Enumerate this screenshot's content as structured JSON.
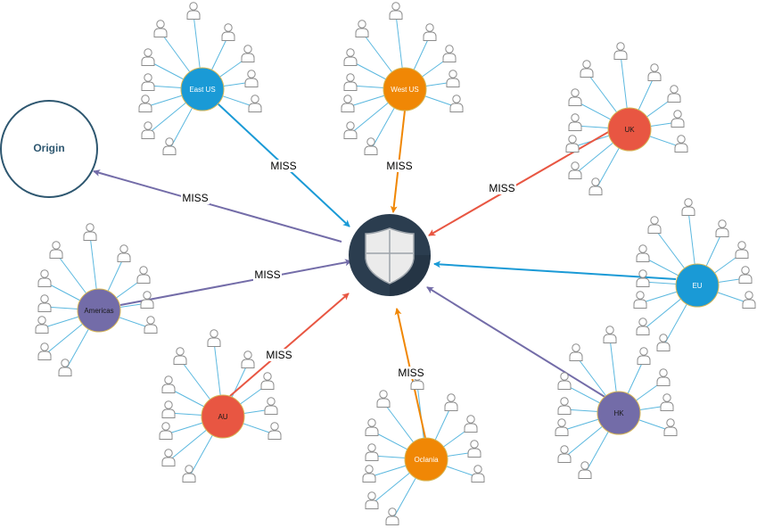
{
  "colors": {
    "blue": "#1a9ad6",
    "orange": "#f08705",
    "red": "#e85642",
    "purple": "#736ca8",
    "spoke": "#5bb8df",
    "user_stroke": "#8c8c8c",
    "cdn_dark": "#2b3d4f",
    "origin": "#2e5770"
  },
  "origin": {
    "label": "Origin"
  },
  "center": {
    "icon": "shield-icon"
  },
  "edge_label": "MISS",
  "regions": [
    {
      "id": "east-us",
      "label": "East US",
      "color": "blue",
      "users": 10
    },
    {
      "id": "west-us",
      "label": "West US",
      "color": "orange",
      "users": 10
    },
    {
      "id": "uk",
      "label": "UK",
      "color": "red",
      "users": 10
    },
    {
      "id": "eu",
      "label": "EU",
      "color": "blue",
      "users": 10
    },
    {
      "id": "hk",
      "label": "HK",
      "color": "purple",
      "users": 10
    },
    {
      "id": "oceania",
      "label": "Oclania",
      "color": "orange",
      "users": 10
    },
    {
      "id": "au",
      "label": "AU",
      "color": "red",
      "users": 10
    },
    {
      "id": "americas",
      "label": "Americas",
      "color": "purple",
      "users": 10
    }
  ],
  "edges": [
    {
      "from": "east-us",
      "color": "blue",
      "label": "MISS"
    },
    {
      "from": "west-us",
      "color": "orange",
      "label": "MISS"
    },
    {
      "from": "uk",
      "color": "red",
      "label": "MISS"
    },
    {
      "from": "eu",
      "color": "blue",
      "label": ""
    },
    {
      "from": "hk",
      "color": "purple",
      "label": ""
    },
    {
      "from": "oceania",
      "color": "orange",
      "label": "MISS"
    },
    {
      "from": "au",
      "color": "red",
      "label": "MISS"
    },
    {
      "from": "americas",
      "color": "purple",
      "label": "MISS"
    },
    {
      "from": "center-to-origin",
      "color": "purple",
      "label": "MISS"
    }
  ]
}
